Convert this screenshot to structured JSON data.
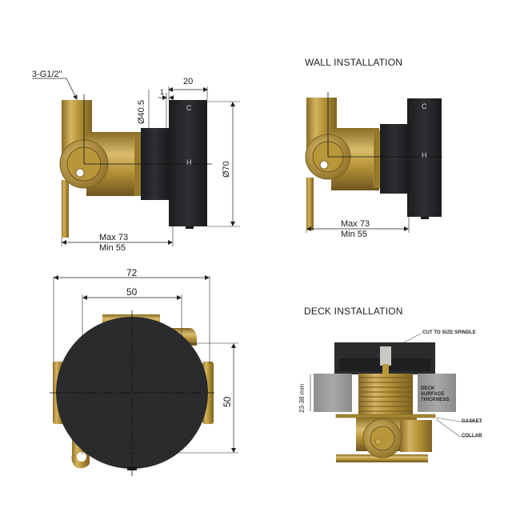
{
  "colors": {
    "brass": "#b8963a",
    "brass_dark": "#7d6222",
    "brass_light": "#e2c77a",
    "trim_black": "#2a2b2d",
    "deck_grey": "#9a9a9a",
    "line": "#222222"
  },
  "side_view": {
    "thread_label": "3-G1/2\"",
    "gap_dim": "1",
    "cover_depth_dim": "20",
    "sleeve_diameter_dim": "Ø40.5",
    "trim_diameter_dim": "Ø70",
    "depth_max": "Max 73",
    "depth_min": "Min 55",
    "cold_mark": "C",
    "hot_mark": "H"
  },
  "wall_installation": {
    "title": "WALL INSTALLATION",
    "depth_max": "Max 73",
    "depth_min": "Min 55",
    "cold_mark": "C",
    "hot_mark": "H"
  },
  "front_view": {
    "overall_width_dim": "72",
    "inlet_spacing_dim": "50",
    "vertical_spacing_dim": "50"
  },
  "deck_installation": {
    "title": "DECK INSTALLATION",
    "callouts": {
      "spindle": "CUT TO SIZE SPINDLE",
      "deck_line1": "DECK",
      "deck_line2": "SURFACE",
      "deck_line3": "THICKNESS",
      "gasket": "GASKET",
      "collar": "COLLAR"
    },
    "thickness_range": "23-38 mm"
  }
}
